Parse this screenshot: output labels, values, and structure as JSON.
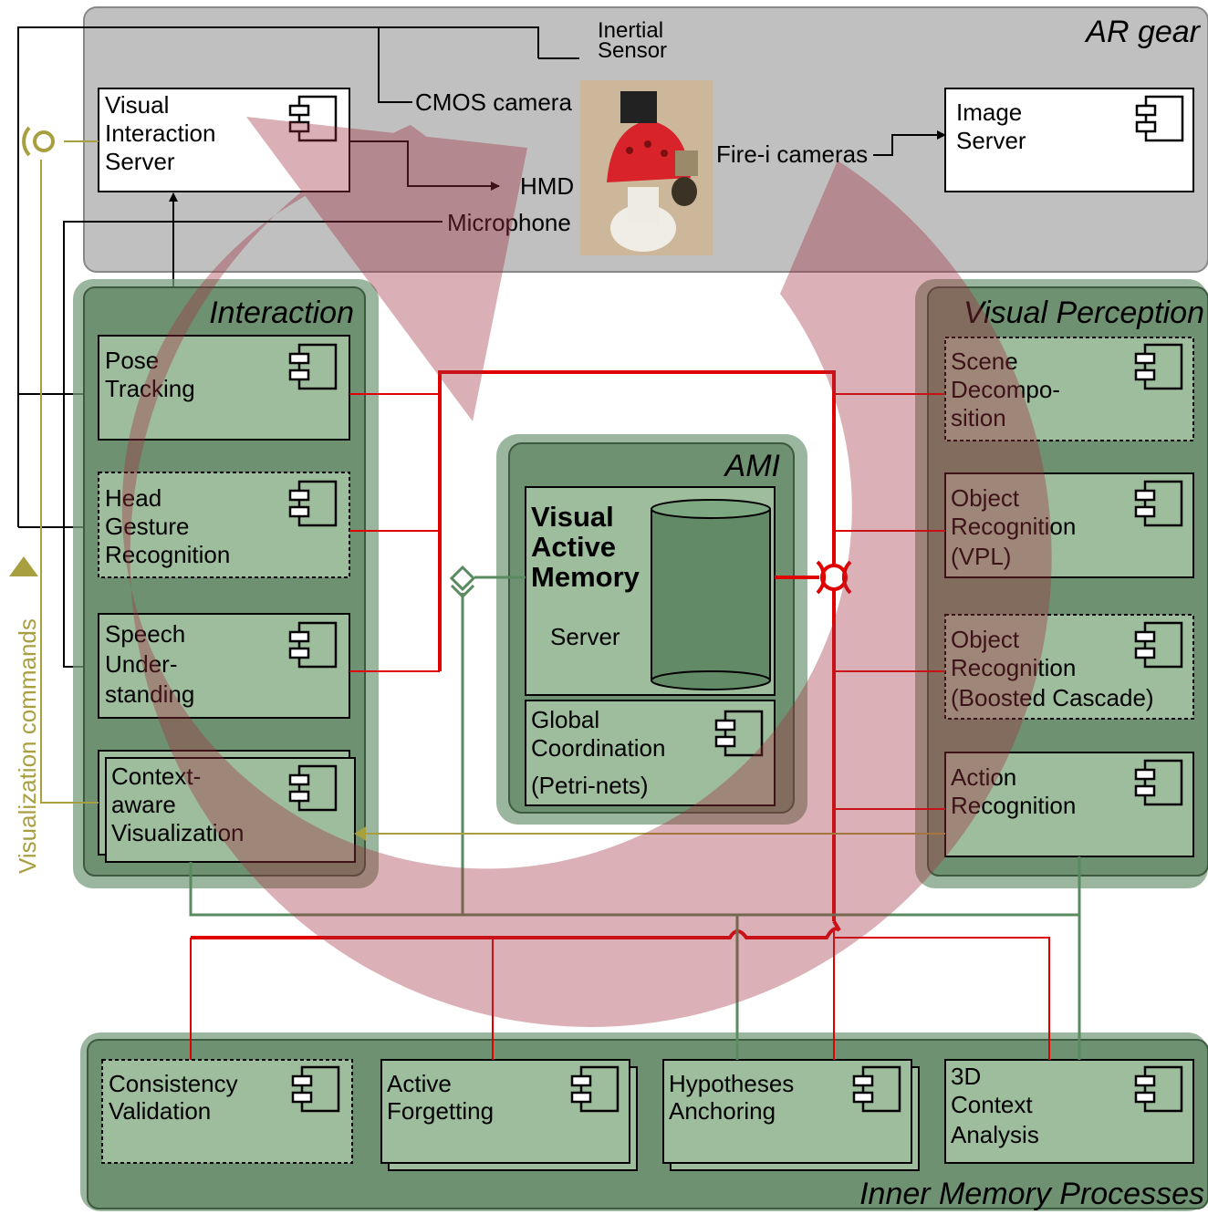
{
  "groups": {
    "ar_gear": "AR gear",
    "interaction": "Interaction",
    "visual_perception": "Visual Perception",
    "ami": "AMI",
    "inner_memory": "Inner Memory Processes"
  },
  "ar_gear": {
    "visual_interaction_server": [
      "Visual",
      "Interaction",
      "Server"
    ],
    "image_server": [
      "Image",
      "Server"
    ],
    "inertial_sensor": [
      "Inertial",
      "Sensor"
    ],
    "cmos_camera": "CMOS camera",
    "hmd": "HMD",
    "microphone": "Microphone",
    "firei_cameras": "Fire-i cameras"
  },
  "interaction": {
    "pose_tracking": [
      "Pose",
      "Tracking"
    ],
    "head_gesture": [
      "Head",
      "Gesture",
      "Recognition"
    ],
    "speech": [
      "Speech",
      "Under-",
      "standing"
    ],
    "context_vis": [
      "Context-",
      "aware",
      "Visualization"
    ]
  },
  "perception": {
    "scene_decomp": [
      "Scene",
      "Decompo-",
      "sition"
    ],
    "object_vpl": [
      "Object",
      "Recognition",
      "(VPL)"
    ],
    "object_boosted": [
      "Object",
      "Recognition",
      "(Boosted Cascade)"
    ],
    "action": [
      "Action",
      "Recognition"
    ]
  },
  "ami": {
    "vam": [
      "Visual",
      "Active",
      "Memory"
    ],
    "server": "Server",
    "global_coord": [
      "Global",
      "Coordination",
      "(Petri-nets)"
    ]
  },
  "inner": {
    "consistency": [
      "Consistency",
      "Validation"
    ],
    "forgetting": [
      "Active",
      "Forgetting"
    ],
    "anchoring": [
      "Hypotheses",
      "Anchoring"
    ],
    "context3d": [
      "3D",
      "Context",
      "Analysis"
    ]
  },
  "side_label": "Visualization commands",
  "colors": {
    "ar_gear_bg": "#c0c0c0",
    "group_green": "#7a9e7e",
    "component_green": "#9dbd9d",
    "red_link": "#e00000",
    "olive_link": "#a8a040",
    "green_link": "#5a8a60",
    "cycle_arrow": "#a03040"
  }
}
